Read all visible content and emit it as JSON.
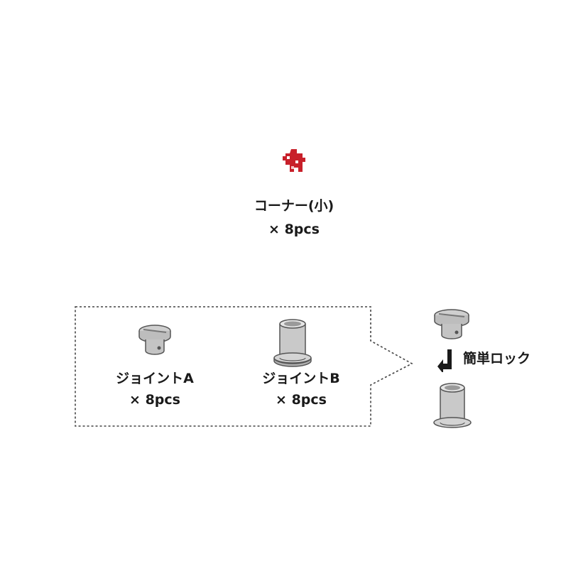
{
  "corner": {
    "label": "コーナー(小)",
    "qty": "× 8pcs",
    "icon": "corner-connector-icon",
    "color": "#c8202a"
  },
  "joints": [
    {
      "label": "ジョイントA",
      "qty": "× 8pcs",
      "icon": "joint-a-screw-cap-icon"
    },
    {
      "label": "ジョイントB",
      "qty": "× 8pcs",
      "icon": "joint-b-sleeve-icon"
    }
  ],
  "lock": {
    "label": "簡単ロック",
    "icons": [
      "joint-a-screw-cap-icon",
      "down-arrow-icon",
      "joint-b-sleeve-icon"
    ]
  }
}
